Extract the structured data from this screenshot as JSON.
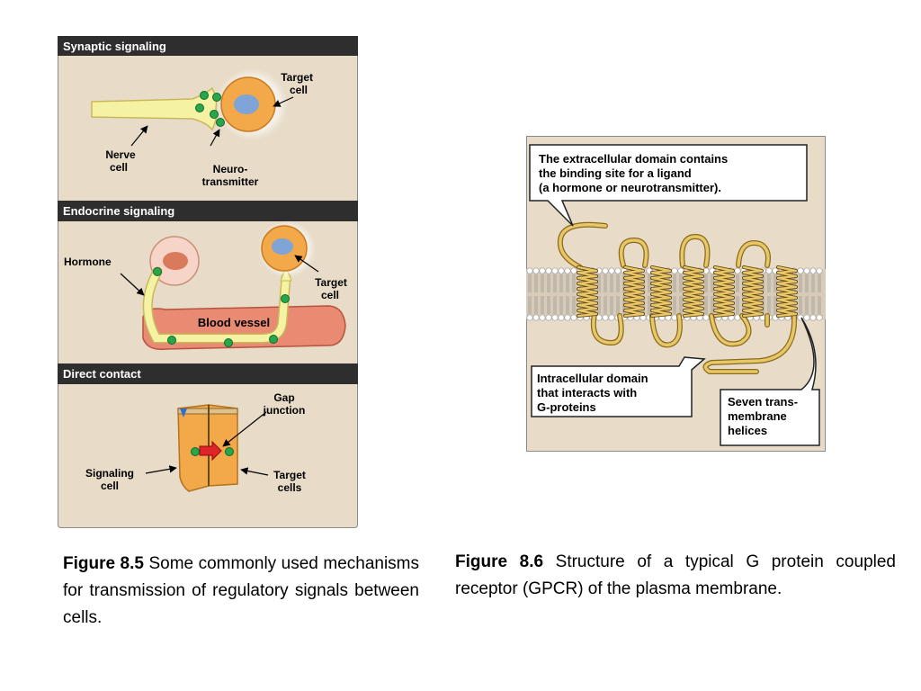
{
  "figure_left": {
    "panel1": {
      "title": "Synaptic signaling",
      "target_line1": "Target",
      "target_line2": "cell",
      "nerve_line1": "Nerve",
      "nerve_line2": "cell",
      "neuro_line1": "Neuro-",
      "neuro_line2": "transmitter"
    },
    "panel2": {
      "title": "Endocrine signaling",
      "hormone": "Hormone",
      "blood_vessel": "Blood vessel",
      "target_line1": "Target",
      "target_line2": "cell"
    },
    "panel3": {
      "title": "Direct contact",
      "gap_line1": "Gap",
      "gap_line2": "junction",
      "signaling_line1": "Signaling",
      "signaling_line2": "cell",
      "target_line1": "Target",
      "target_line2": "cells"
    }
  },
  "figure_right": {
    "callout_top": [
      "The extracellular domain contains",
      "the binding site for a ligand",
      "(a hormone or neurotransmitter)."
    ],
    "callout_intra": [
      "Intracellular domain",
      "that interacts with",
      "G-proteins"
    ],
    "callout_seven": [
      "Seven trans-",
      "membrane",
      "helices"
    ]
  },
  "captions": {
    "left_label": "Figure 8.5",
    "left_text": "Some commonly used mechanisms for transmission of regulatory signals between cells.",
    "right_label": "Figure 8.6",
    "right_text": "Structure of a typical G protein coupled receptor (GPCR) of the plasma membrane."
  },
  "colors": {
    "panel_bg": "#e8dcc9",
    "header_bg": "#2e2e2e",
    "nerve_yellow": "#f6f2a4",
    "target_orange": "#f3a84a",
    "nucleus_blue": "#7fa4d8",
    "vessel_red": "#e98a73",
    "helix_gold": "#d6b24a",
    "green_dot": "#2aa64a"
  }
}
